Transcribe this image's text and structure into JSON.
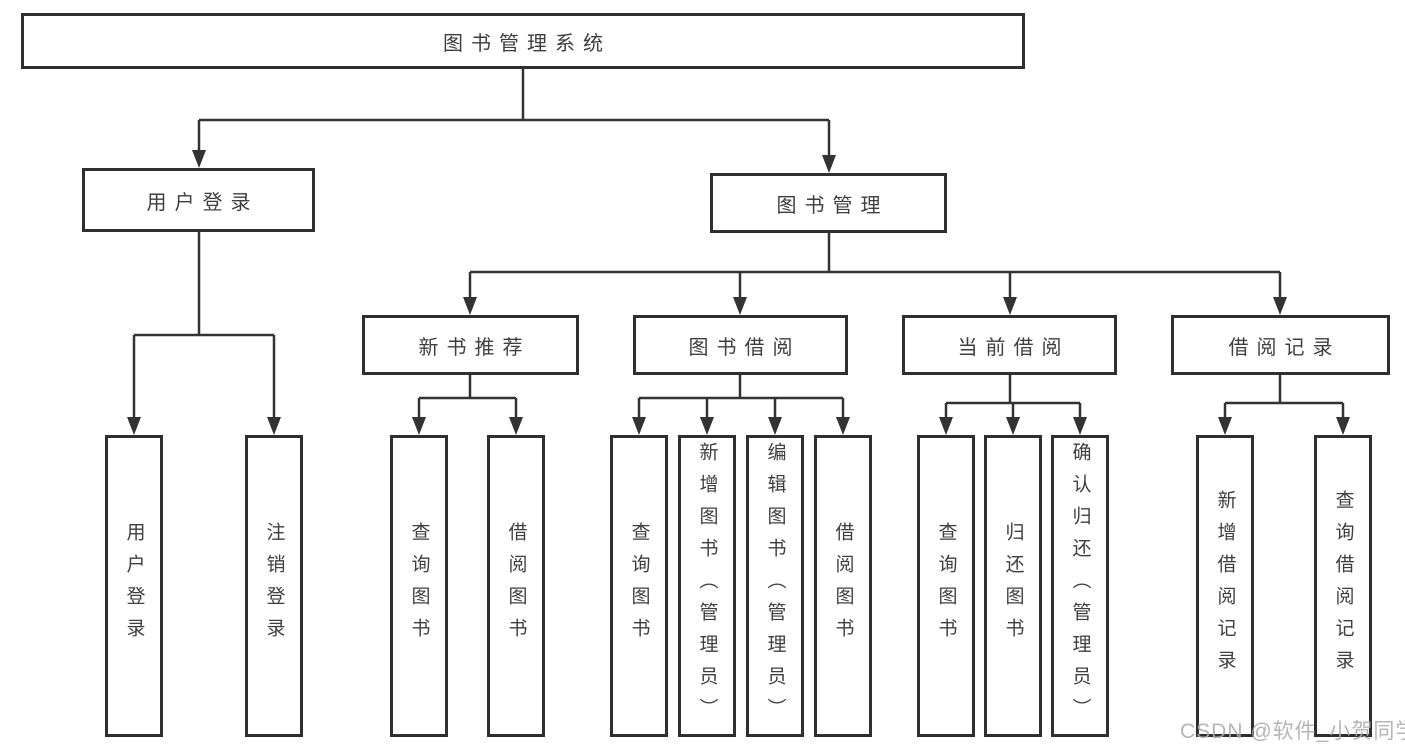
{
  "colors": {
    "line": "#333333",
    "border": "#2f2f2f",
    "text": "#3f3f3f",
    "watermark": "#ababab"
  },
  "tree": {
    "root": {
      "label": "图书管理系统",
      "children": [
        {
          "label": "用户登录",
          "children": [
            {
              "label": "用户登录"
            },
            {
              "label": "注销登录"
            }
          ]
        },
        {
          "label": "图书管理",
          "children": [
            {
              "label": "新书推荐",
              "children": [
                {
                  "label": "查询图书"
                },
                {
                  "label": "借阅图书"
                }
              ]
            },
            {
              "label": "图书借阅",
              "children": [
                {
                  "label": "查询图书"
                },
                {
                  "label": "新增图书（管理员）"
                },
                {
                  "label": "编辑图书（管理员）"
                },
                {
                  "label": "借阅图书"
                }
              ]
            },
            {
              "label": "当前借阅",
              "children": [
                {
                  "label": "查询图书"
                },
                {
                  "label": "归还图书"
                },
                {
                  "label": "确认归还（管理员）"
                }
              ]
            },
            {
              "label": "借阅记录",
              "children": [
                {
                  "label": "新增借阅记录"
                },
                {
                  "label": "查询借阅记录"
                }
              ]
            }
          ]
        }
      ]
    }
  },
  "watermark": {
    "text": "CSDN @软件_小贺同学"
  }
}
